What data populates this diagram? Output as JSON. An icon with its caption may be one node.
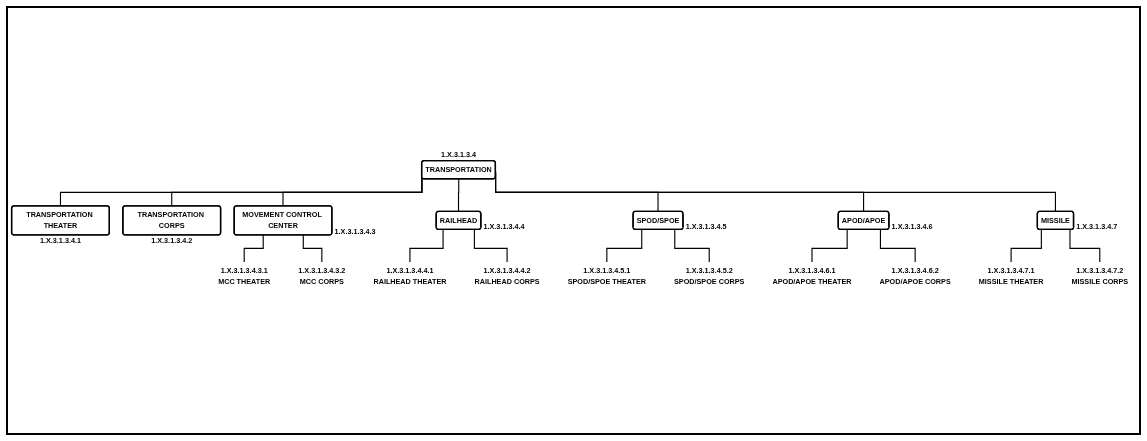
{
  "diagram": {
    "nodes": [
      {
        "text": [
          "TRANSPORTATION"
        ],
        "beside": [
          "1.X.3.1.3.4"
        ]
      },
      {
        "text": [
          "TRANSPORTATION THEATER"
        ],
        "beside": [
          "1.X.3.1.3.4.1"
        ]
      },
      {
        "text": [
          "TRANSPORTATION CORPS"
        ],
        "beside": [
          "1.X.3.1.3.4.2"
        ]
      },
      {
        "text": [
          "MOVEMENT CONTROL CENTER"
        ],
        "beside": [
          "1.X.3.1.3.4.3"
        ]
      },
      {
        "text": [
          "RAILHEAD"
        ],
        "beside": [
          "1.X.3.1.3.4.4"
        ]
      },
      {
        "text": [
          "SPOD/SPOE"
        ],
        "beside": [
          "1.X.3.1.3.4.5"
        ]
      },
      {
        "text": [
          "APOD/APOE"
        ],
        "beside": [
          "1.X.3.1.3.4.6"
        ]
      },
      {
        "text": [
          "MISSILE"
        ],
        "beside": [
          "1.X.3.1.3.4.7"
        ]
      },
      {
        "text": [
          "1.X.3.1.3.4.3.1",
          "MCC THEATER"
        ]
      },
      {
        "text": [
          "1.X.3.1.3.4.3.2",
          "MCC CORPS"
        ]
      },
      {
        "text": [
          "1.X.3.1.3.4.4.1",
          "RAILHEAD THEATER"
        ]
      },
      {
        "text": [
          "1.X.3.1.3.4.4.2",
          "RAILHEAD CORPS"
        ]
      },
      {
        "text": [
          "1.X.3.1.3.4.5.1",
          "SPOD/SPOE THEATER"
        ]
      },
      {
        "text": [
          "1.X.3.1.3.4.5.2",
          "SPOD/SPOE CORPS"
        ]
      },
      {
        "text": [
          "1.X.3.1.3.4.6.1",
          "APOD/APOE THEATER"
        ]
      },
      {
        "text": [
          "1.X.3.1.3.4.6.2",
          "APOD/APOE CORPS"
        ]
      },
      {
        "text": [
          "1.X.3.1.3.4.7.1",
          "MISSILE THEATER"
        ]
      },
      {
        "text": [
          "1.X.3.1.3.4.7.2",
          "MISSILE CORPS"
        ]
      }
    ],
    "edges": [
      {
        "from": 0,
        "to": 1,
        "arrow": "none"
      },
      {
        "from": 0,
        "to": 2,
        "arrow": "none"
      },
      {
        "from": 0,
        "to": 3,
        "arrow": "none"
      },
      {
        "from": 0,
        "to": 4,
        "arrow": "none"
      },
      {
        "from": 0,
        "to": 5,
        "arrow": "none"
      },
      {
        "from": 0,
        "to": 6,
        "arrow": "none"
      },
      {
        "from": 0,
        "to": 7,
        "arrow": "none"
      },
      {
        "from": 3,
        "to": 8,
        "arrow": "none"
      },
      {
        "from": 3,
        "to": 9,
        "arrow": "none"
      },
      {
        "from": 4,
        "to": 10,
        "arrow": "none"
      },
      {
        "from": 4,
        "to": 11,
        "arrow": "none"
      },
      {
        "from": 5,
        "to": 12,
        "arrow": "none"
      },
      {
        "from": 5,
        "to": 13,
        "arrow": "none"
      },
      {
        "from": 6,
        "to": 14,
        "arrow": "none"
      },
      {
        "from": 6,
        "to": 15,
        "arrow": "none"
      },
      {
        "from": 7,
        "to": 16,
        "arrow": "none"
      },
      {
        "from": 7,
        "to": 17,
        "arrow": "none"
      }
    ]
  }
}
